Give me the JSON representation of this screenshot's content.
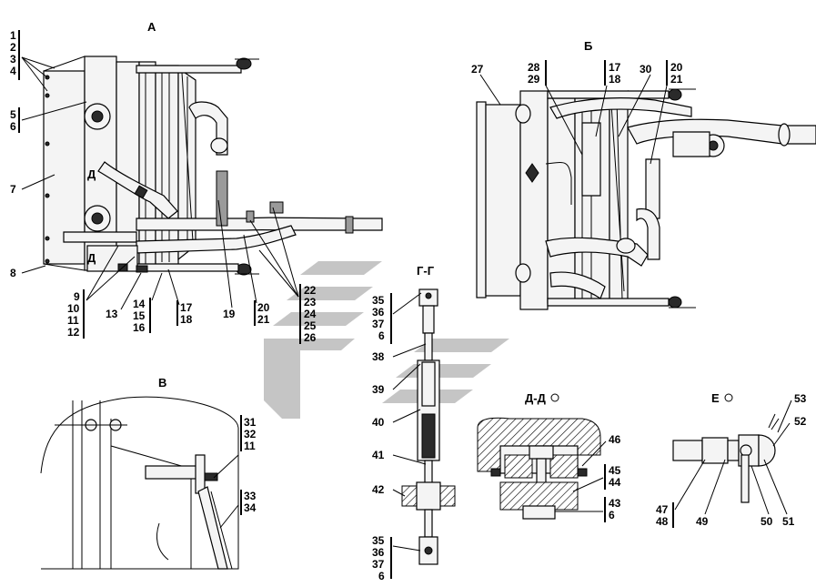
{
  "views": {
    "a": "А",
    "b": "Б",
    "v": "В",
    "gg": "Г-Г",
    "dd": "Д-Д",
    "e": "Е",
    "d_mark_1": "Д",
    "d_mark_2": "Д"
  },
  "callouts": {
    "a_left_top": [
      "1",
      "2",
      "3",
      "4"
    ],
    "a_left_56": [
      "5",
      "6"
    ],
    "a_left_7": "7",
    "a_left_8": "8",
    "a_bottom_9_12": [
      "9",
      "10",
      "11",
      "12"
    ],
    "a_bottom_13": "13",
    "a_bottom_14_16": [
      "14",
      "15",
      "16"
    ],
    "a_bottom_17_18": [
      "17",
      "18"
    ],
    "a_bottom_19": "19",
    "a_bottom_20_21": [
      "20",
      "21"
    ],
    "a_bottom_22_26": [
      "22",
      "23",
      "24",
      "25",
      "26"
    ],
    "b_27": "27",
    "b_28_29": [
      "28",
      "29"
    ],
    "b_17_18": [
      "17",
      "18"
    ],
    "b_30": "30",
    "b_20_21": [
      "20",
      "21"
    ],
    "gg_top": [
      "35",
      "36",
      "37",
      "6"
    ],
    "gg_38": "38",
    "gg_39": "39",
    "gg_40": "40",
    "gg_41": "41",
    "gg_42": "42",
    "gg_bottom": [
      "35",
      "36",
      "37",
      "6"
    ],
    "v_31_11": [
      "31",
      "32",
      "11"
    ],
    "v_33_34": [
      "33",
      "34"
    ],
    "dd_46": "46",
    "dd_45_44": [
      "45",
      "44"
    ],
    "dd_43_6": [
      "43",
      "6"
    ],
    "e_53": "53",
    "e_52": "52",
    "e_47_48": [
      "47",
      "48"
    ],
    "e_49": "49",
    "e_50": "50",
    "e_51": "51"
  },
  "colors": {
    "ink": "#000000",
    "paper": "#ffffff",
    "watermark": "#8c8c8c"
  }
}
